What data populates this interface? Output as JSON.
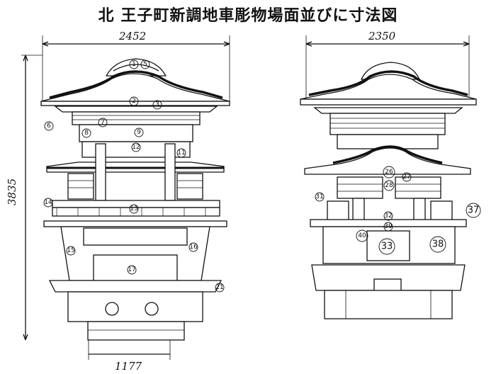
{
  "title": "北 王子町新調地車彫物場面並びに寸法図",
  "dimensions": {
    "front_width": "2452",
    "side_width": "2350",
    "height": "3835",
    "base_width": "1177"
  },
  "front_labels": [
    "1",
    "5",
    "2",
    "3",
    "7",
    "6",
    "8",
    "9",
    "12",
    "11",
    "14",
    "13",
    "15",
    "16",
    "17",
    "21"
  ],
  "side_labels": [
    "26",
    "27",
    "28",
    "31",
    "32",
    "37",
    "39",
    "40",
    "33",
    "38"
  ]
}
